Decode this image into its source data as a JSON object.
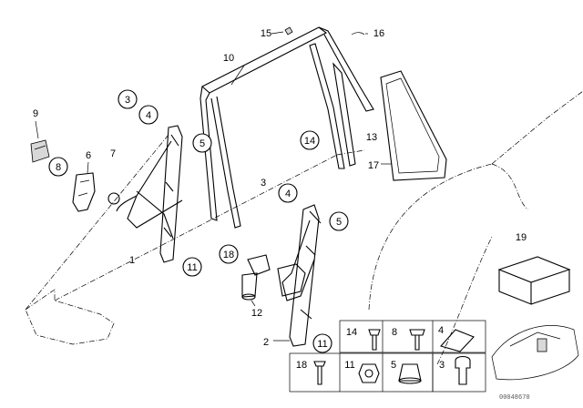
{
  "diagram": {
    "callouts": {
      "c1": "1",
      "c2": "2",
      "c3a": "3",
      "c3b": "3",
      "c4a": "4",
      "c4b": "4",
      "c5a": "5",
      "c5b": "5",
      "c6": "6",
      "c7": "7",
      "c8": "8",
      "c9": "9",
      "c10": "10",
      "c11a": "11",
      "c11b": "11",
      "c12": "12",
      "c13": "13",
      "c14": "14",
      "c15": "15",
      "c16": "16",
      "c17": "17",
      "c18": "18",
      "c19": "19"
    },
    "hardware_table": {
      "row1": [
        "14",
        "8",
        "4"
      ],
      "row2": [
        "18",
        "11",
        "5",
        "3"
      ]
    },
    "stamp": "00048670"
  }
}
